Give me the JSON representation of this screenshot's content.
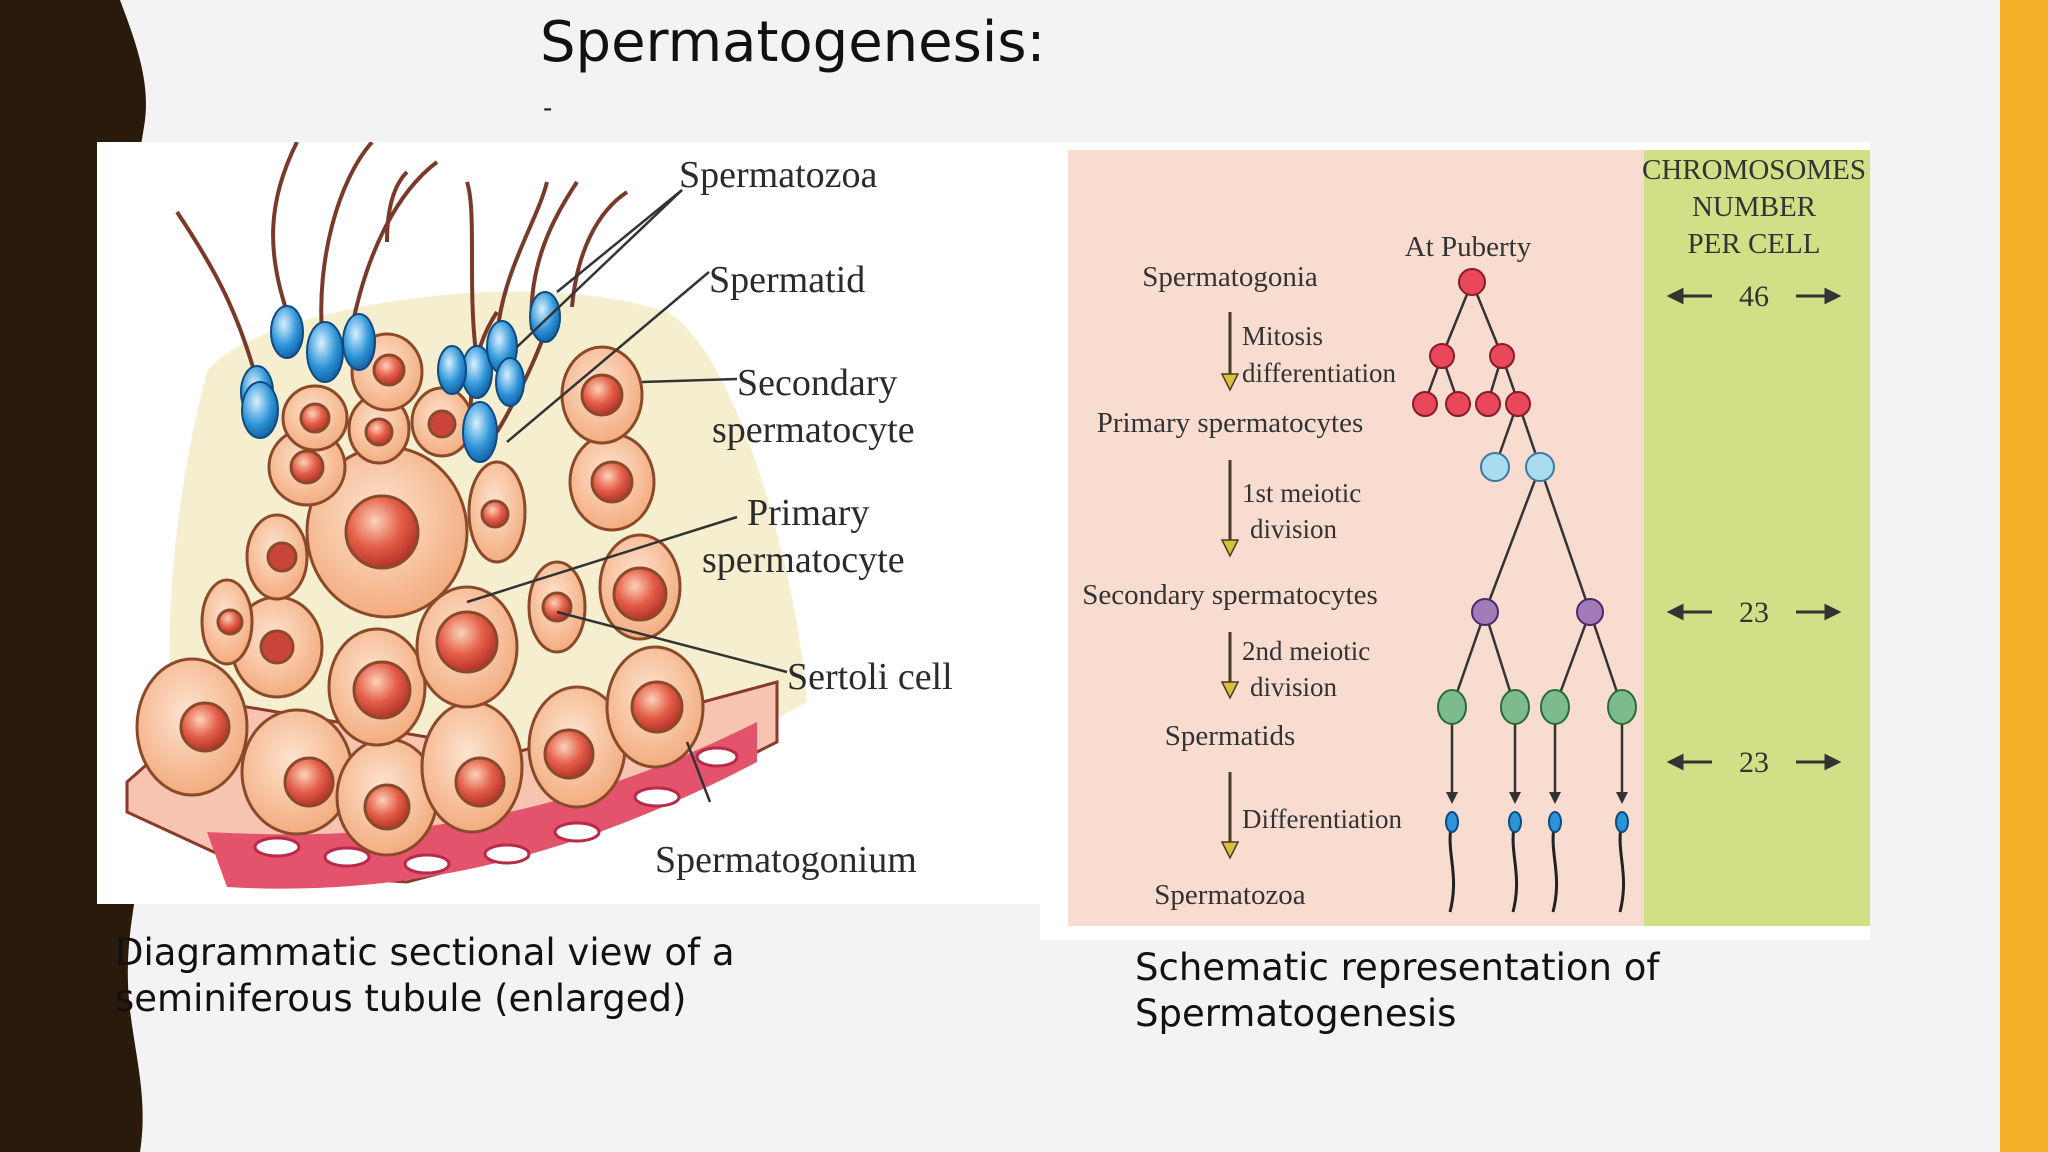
{
  "slide": {
    "title": "Spermatogenesis:",
    "bullet": "-",
    "caption_left": "Diagrammatic sectional view of a seminiferous tubule (enlarged)",
    "caption_right": "Schematic representation of Spermatogenesis"
  },
  "left_diagram": {
    "labels": {
      "spermatozoa": "Spermatozoa",
      "spermatid": "Spermatid",
      "secondary_1": "Secondary",
      "secondary_2": "spermatocyte",
      "primary_1": "Primary",
      "primary_2": "spermatocyte",
      "sertoli": "Sertoli cell",
      "spermatogonium": "Spermatogonium"
    }
  },
  "right_diagram": {
    "at_puberty": "At Puberty",
    "stages": {
      "spermatogonia": "Spermatogonia",
      "primary": "Primary spermatocytes",
      "secondary": "Secondary spermatocytes",
      "spermatids": "Spermatids",
      "spermatozoa": "Spermatozoa"
    },
    "steps": {
      "mitosis_1": "Mitosis",
      "mitosis_2": "differentiation",
      "meiosis1_1": "1st meiotic",
      "meiosis1_2": "division",
      "meiosis2_1": "2nd meiotic",
      "meiosis2_2": "division",
      "differentiation": "Differentiation"
    },
    "chromosome_header": [
      "CHROMOSOMES",
      "NUMBER",
      "PER CELL"
    ],
    "chromosome_numbers": [
      "46",
      "23",
      "23"
    ],
    "colors": {
      "panel_bg": "#f8dcd0",
      "chromosome_bg": "#d3df86",
      "spermatogonia": "#e8485a",
      "primary": "#a8dcee",
      "secondary": "#a37ab8",
      "spermatid": "#7dbb8a"
    }
  },
  "colors": {
    "accent": "#f6b12b",
    "dark": "#2a1a0b"
  }
}
